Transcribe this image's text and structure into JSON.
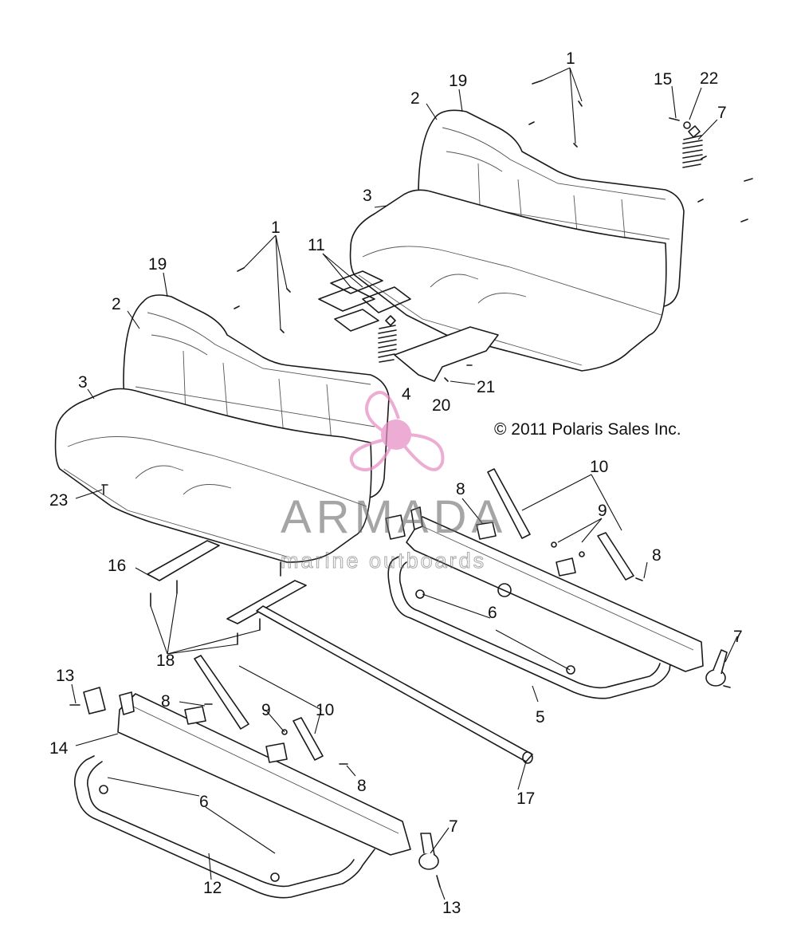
{
  "copyright": "© 2011 Polaris Sales Inc.",
  "watermark": {
    "brand": "ARMADA",
    "subtitle": "marine outboards",
    "logo_color": "#e58ac1"
  },
  "callouts": [
    {
      "id": "c1",
      "label": "1"
    },
    {
      "id": "c2",
      "label": "19"
    },
    {
      "id": "c3",
      "label": "2"
    },
    {
      "id": "c4",
      "label": "3"
    },
    {
      "id": "c5",
      "label": "15"
    },
    {
      "id": "c6",
      "label": "22"
    },
    {
      "id": "c7",
      "label": "7"
    },
    {
      "id": "c8",
      "label": "1"
    },
    {
      "id": "c9",
      "label": "11"
    },
    {
      "id": "c10",
      "label": "19"
    },
    {
      "id": "c11",
      "label": "2"
    },
    {
      "id": "c12",
      "label": "3"
    },
    {
      "id": "c13",
      "label": "21"
    },
    {
      "id": "c14",
      "label": "4"
    },
    {
      "id": "c15",
      "label": "20"
    },
    {
      "id": "c16",
      "label": "10"
    },
    {
      "id": "c17",
      "label": "8"
    },
    {
      "id": "c18",
      "label": "9"
    },
    {
      "id": "c19",
      "label": "23"
    },
    {
      "id": "c20",
      "label": "8"
    },
    {
      "id": "c21",
      "label": "16"
    },
    {
      "id": "c22",
      "label": "6"
    },
    {
      "id": "c23",
      "label": "7"
    },
    {
      "id": "c24",
      "label": "18"
    },
    {
      "id": "c25",
      "label": "5"
    },
    {
      "id": "c26",
      "label": "13"
    },
    {
      "id": "c27",
      "label": "8"
    },
    {
      "id": "c28",
      "label": "9"
    },
    {
      "id": "c29",
      "label": "10"
    },
    {
      "id": "c30",
      "label": "14"
    },
    {
      "id": "c31",
      "label": "8"
    },
    {
      "id": "c32",
      "label": "17"
    },
    {
      "id": "c33",
      "label": "6"
    },
    {
      "id": "c34",
      "label": "7"
    },
    {
      "id": "c35",
      "label": "12"
    },
    {
      "id": "c36",
      "label": "13"
    }
  ]
}
